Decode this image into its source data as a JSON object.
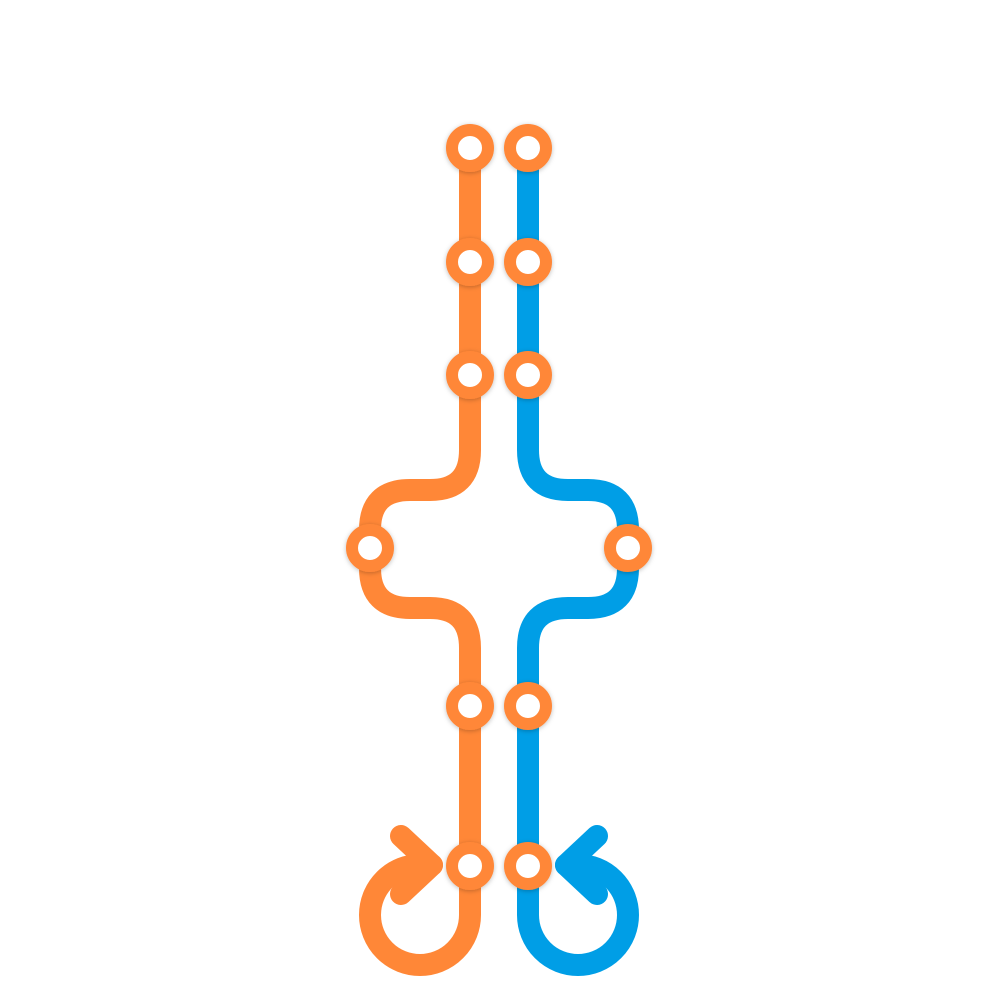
{
  "diagram": {
    "type": "two-line transit map",
    "colors": {
      "orange": "#FF8737",
      "blue": "#009EE6",
      "station_fill": "#FFFFFF"
    },
    "lines": [
      {
        "id": "orange-line",
        "color": "#FF8737",
        "stations": 6
      },
      {
        "id": "blue-line",
        "color": "#009EE6",
        "stations": 6
      }
    ]
  }
}
